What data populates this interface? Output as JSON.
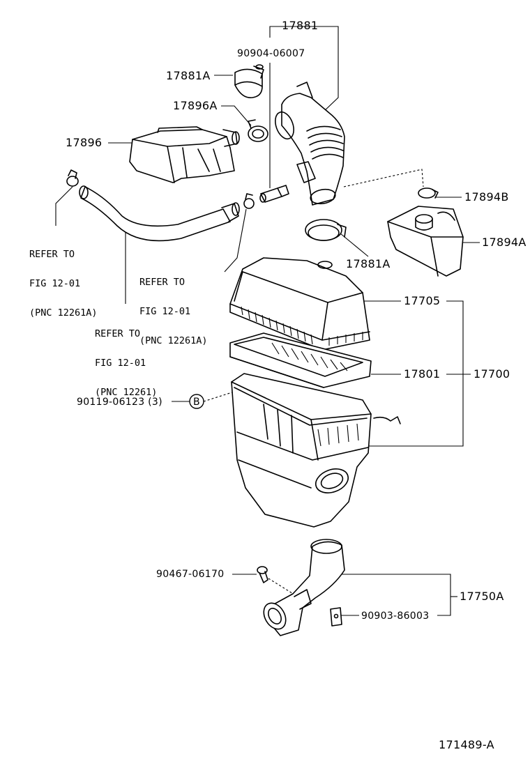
{
  "figure_code": "171489-A",
  "parts": {
    "p17881": "17881",
    "p90904": "90904-06007",
    "p17881A_top": "17881A",
    "p17896A": "17896A",
    "p17896": "17896",
    "p17894B": "17894B",
    "p17894A": "17894A",
    "p17881A_bottom": "17881A",
    "p17705": "17705",
    "p17801": "17801",
    "p17700": "17700",
    "p90119": "90119-06123 (3)",
    "callout_b": "B",
    "p90467": "90467-06170",
    "p17750A": "17750A",
    "p90903": "90903-86003"
  },
  "references": {
    "ref_left": {
      "l1": "REFER TO",
      "l2": "FIG 12-01",
      "l3": "(PNC 12261A)"
    },
    "ref_mid": {
      "l1": "REFER TO",
      "l2": "FIG 12-01",
      "l3": "(PNC 12261A)"
    },
    "ref_lower": {
      "l1": "REFER TO",
      "l2": "FIG 12-01",
      "l3": "(PNC 12261)"
    }
  }
}
